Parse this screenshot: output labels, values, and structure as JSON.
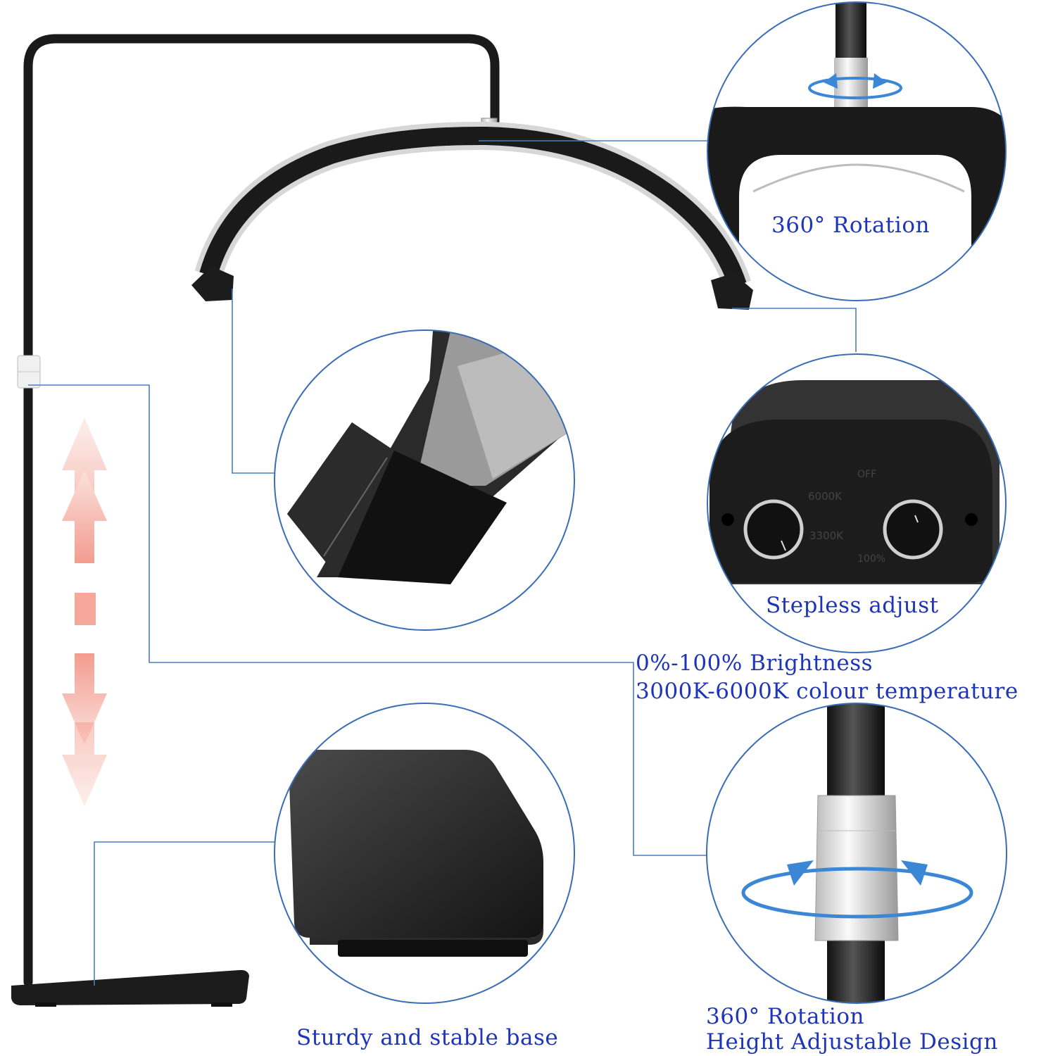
{
  "callouts": {
    "top_rotation": "360° Rotation",
    "dimmer": "Stepless adjust",
    "brightness": "0%-100% Brightness",
    "colour_temp": "3000K-6000K colour temperature",
    "bottom_rotation": "360° Rotation",
    "height": "Height Adjustable Design",
    "base": "Sturdy and stable base"
  },
  "knob_marks": {
    "cool": "6000K",
    "warm": "3300K",
    "off": "OFF",
    "full": "100%"
  },
  "colors": {
    "label_blue": "#1f35b8",
    "leader_line": "#4a7fc0",
    "circle_outline": "#3a6db5",
    "arrow_blue": "#3b87d6",
    "height_arrow": "#f6b2a8"
  },
  "icons": [
    "rotation-arrow-icon",
    "height-adjust-arrow-icon"
  ]
}
